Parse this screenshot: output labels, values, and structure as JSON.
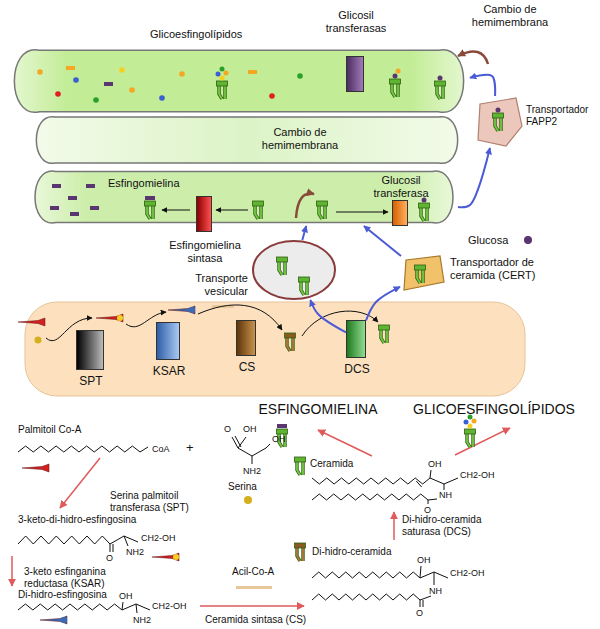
{
  "diagram": {
    "nodes": [
      {
        "text": [
          "Glicoesfingolípidos"
        ]
      },
      {
        "text": [
          "Glicosil transferasas"
        ],
        "in": 0
      },
      {
        "text": [
          "Esfingomielina"
        ]
      },
      {
        "text": [
          "Esfingomielina sintasa"
        ],
        "in": 2
      },
      {
        "text": [
          "Glucosil transferasa"
        ],
        "in": 2
      },
      {
        "text": [
          "Transportador FAPP2"
        ]
      },
      {
        "text": [
          "Transporte vesicular"
        ]
      },
      {
        "text": [
          "Transportador de ceramida (CERT)"
        ]
      },
      {
        "text": [
          "SPT"
        ]
      },
      {
        "text": [
          "KSAR"
        ]
      },
      {
        "text": [
          "CS"
        ]
      },
      {
        "text": [
          "DCS"
        ]
      }
    ],
    "edges": [
      {
        "from": 11,
        "to": 6,
        "arrow": "to"
      },
      {
        "from": 11,
        "to": 7,
        "arrow": "to"
      },
      {
        "from": 6,
        "to": 2,
        "arrow": "to"
      },
      {
        "from": 7,
        "to": 2,
        "arrow": "to"
      },
      {
        "from": 2,
        "to": 5,
        "arrow": "to"
      },
      {
        "from": 5,
        "to": 0,
        "arrow": "to"
      }
    ],
    "labels": [
      "Cambio de hemimembrana",
      "Cambio de hemimembrana",
      "Glucosa",
      "ESFINGOMIELINA",
      "GLICOESFINGOLÍPIDOS",
      "Palmitoil Co-A",
      "CoA",
      "+",
      "O",
      "OH",
      "OH",
      "NH2",
      "Serina",
      "Serina palmitoil transferasa (SPT)",
      "3-keto-di-hidro-esfingosina",
      "O",
      "NH2",
      "CH2-OH",
      "3-keto esfinganina reductasa (KSAR)",
      "Di-hidro-esfingosina",
      "OH",
      "NH2",
      "CH2-OH",
      "Acil-Co-A",
      "Ceramida sintasa (CS)",
      "Di-hidro-ceramida",
      "OH",
      "CH2-OH",
      "NH",
      "O",
      "Di-hidro-ceramida saturasa (DCS)",
      "Ceramida",
      "OH",
      "CH2-OH",
      "NH",
      "O"
    ]
  }
}
